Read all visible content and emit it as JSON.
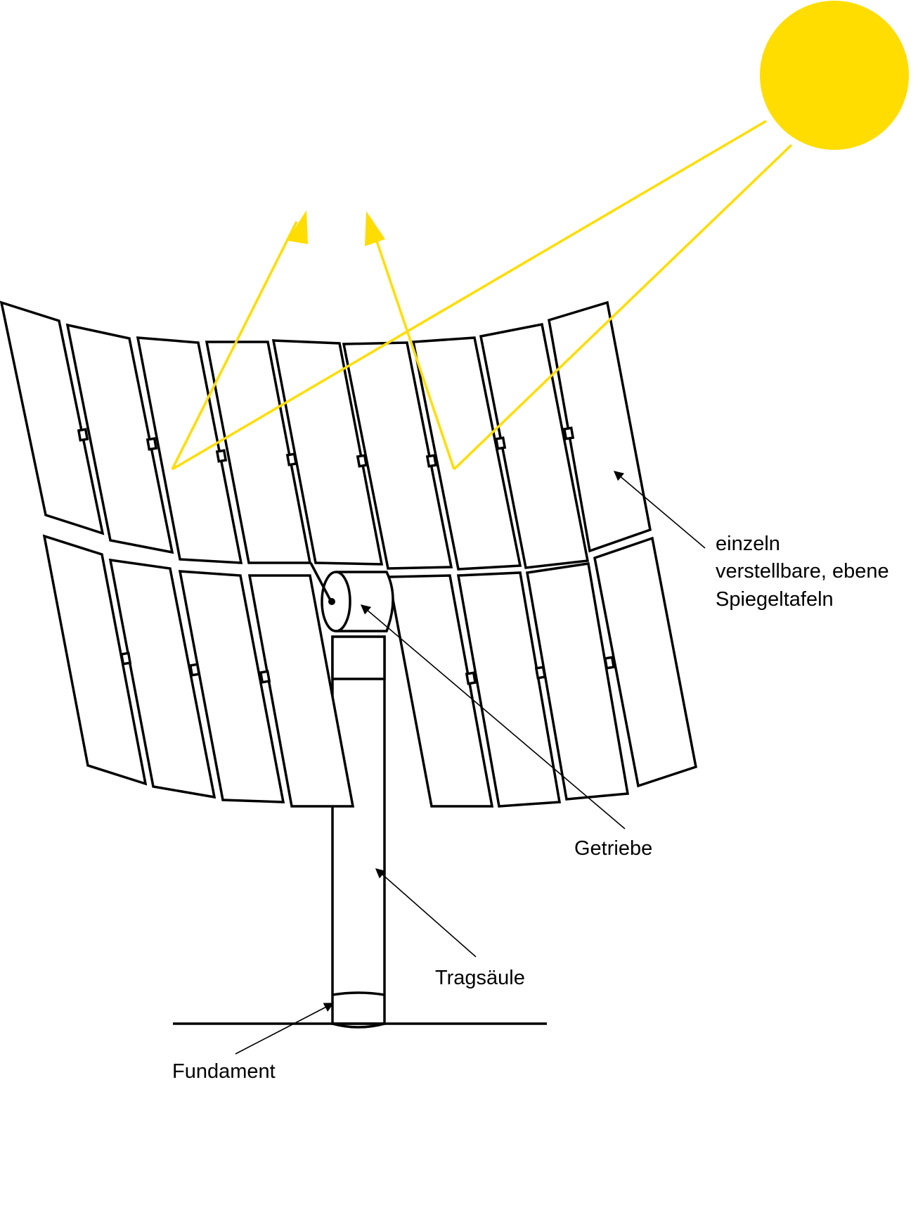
{
  "colors": {
    "sun": "#FFDD00",
    "ray": "#FFDD00",
    "outline": "#000000",
    "background": "#FFFFFF"
  },
  "labels": {
    "mirrors": [
      "einzeln",
      "verstellbare, ebene",
      "Spiegeltafeln"
    ],
    "gearbox": "Getriebe",
    "column": "Tragsäule",
    "foundation": "Fundament"
  }
}
